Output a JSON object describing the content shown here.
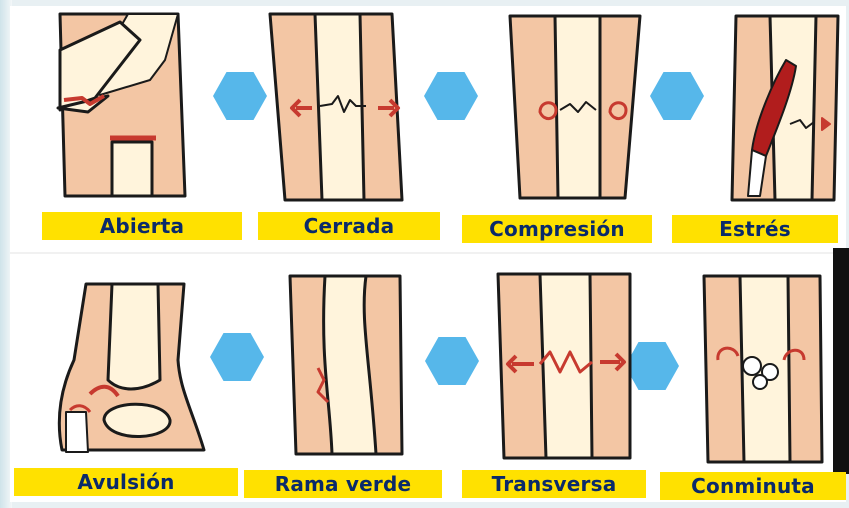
{
  "colors": {
    "skin": "#f3c6a4",
    "skin_dark": "#e8b08a",
    "bone": "#fff4dc",
    "outline": "#1a1a1a",
    "blood": "#c73a2f",
    "muscle": "#b11d1d",
    "hex": "#56b7ea",
    "label_bg": "#ffe100",
    "label_text": "#0a2a6a"
  },
  "fractures": [
    {
      "label": "Abierta"
    },
    {
      "label": "Cerrada"
    },
    {
      "label": "Compresión"
    },
    {
      "label": "Estrés"
    },
    {
      "label": "Avulsión"
    },
    {
      "label": "Rama verde"
    },
    {
      "label": "Transversa"
    },
    {
      "label": "Conminuta"
    }
  ]
}
